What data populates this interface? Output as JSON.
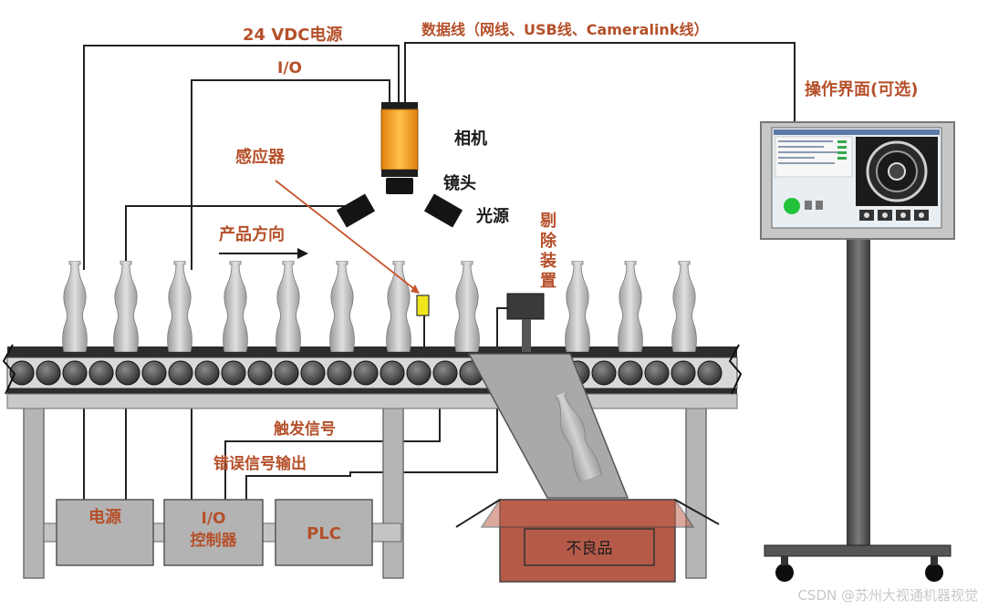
{
  "labels": {
    "power_24v": "24 VDC电源",
    "data_line": "数据线（网线、USB线、Cameralink线）",
    "io": "I/O",
    "camera": "相机",
    "sensor": "感应器",
    "lens": "镜头",
    "light": "光源",
    "product_direction": "产品方向",
    "reject_device": [
      "剔",
      "除",
      "装",
      "置"
    ],
    "operator_ui": "操作界面(可选)",
    "trigger_signal": "触发信号",
    "error_output": "错误信号输出",
    "power_box": "电源",
    "io_controller_line1": "I/O",
    "io_controller_line2": "控制器",
    "plc": "PLC",
    "reject_bin": "不良品",
    "watermark": "CSDN @苏州大视通机器视觉"
  },
  "colors": {
    "label_text": "#b5502a",
    "camera_body": "#f4a11d",
    "sensor": "#f1e61c",
    "bottle": "#bdbdbd",
    "frame": "#b5b5b5",
    "conveyor": "#3a3a3a",
    "bin": "#b5594a",
    "monitor_frame": "#c7c7c7"
  },
  "icons": [
    "bottle-icon",
    "camera-icon",
    "light-source-icon",
    "monitor-icon",
    "arrow-right-icon"
  ]
}
